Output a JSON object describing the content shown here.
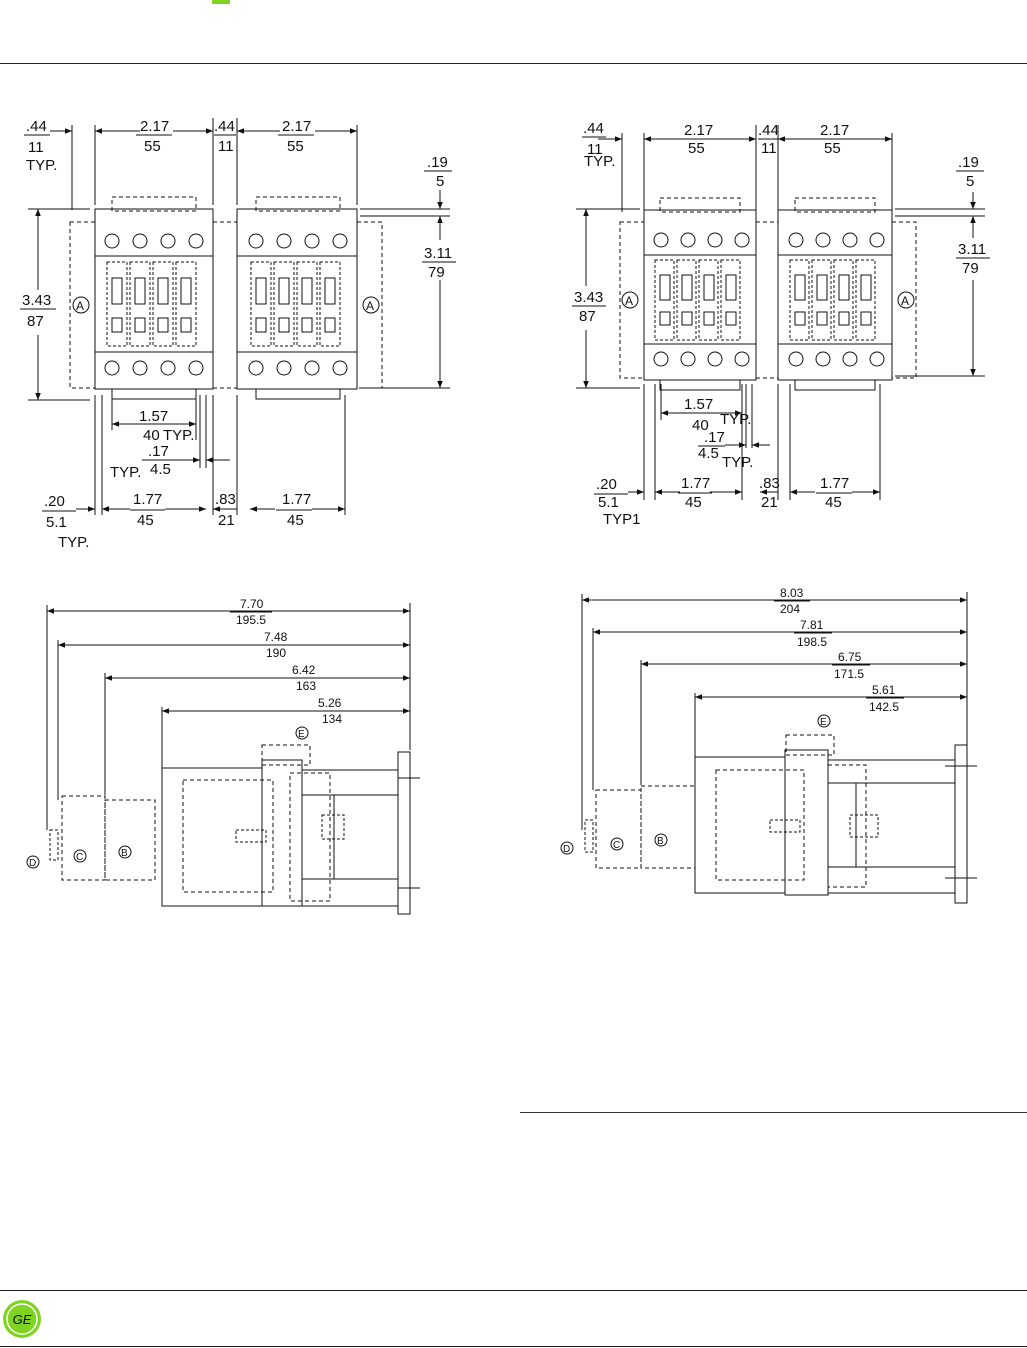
{
  "page": {
    "brand_logo": "GE",
    "accent_color": "#7fd321"
  },
  "views": {
    "left_top": {
      "d1": [
        ".44",
        "11",
        "TYP."
      ],
      "d2": [
        "2.17",
        "55"
      ],
      "d3": [
        ".44",
        "11"
      ],
      "d4": [
        "2.17",
        "55"
      ],
      "d5": [
        ".19",
        "5"
      ],
      "d6": [
        "3.11",
        "79"
      ],
      "d7": [
        "3.43",
        "87"
      ],
      "d8": [
        "1.57",
        "40",
        "TYP."
      ],
      "d9": [
        ".17",
        "4.5",
        "TYP."
      ],
      "d10": [
        ".20",
        "5.1",
        "TYP."
      ],
      "d11": [
        "1.77",
        "45"
      ],
      "d12": [
        ".83",
        "21"
      ],
      "d13": [
        "1.77",
        "45"
      ],
      "label_a": "A"
    },
    "right_top": {
      "d1": [
        ".44",
        "11",
        "TYP."
      ],
      "d2": [
        "2.17",
        "55"
      ],
      "d3": [
        ".44",
        "11"
      ],
      "d4": [
        "2.17",
        "55"
      ],
      "d5": [
        ".19",
        "5"
      ],
      "d6": [
        "3.11",
        "79"
      ],
      "d7": [
        "3.43",
        "87"
      ],
      "d8": [
        "1.57",
        "40",
        "TYP."
      ],
      "d9": [
        ".17",
        "4.5",
        "TYP."
      ],
      "d10": [
        ".20",
        "5.1",
        "TYP1"
      ],
      "d11": [
        "1.77",
        "45"
      ],
      "d12": [
        ".83",
        "21"
      ],
      "d13": [
        "1.77",
        "45"
      ],
      "label_a": "A"
    },
    "left_side": {
      "dims": [
        [
          "7.70",
          "195.5"
        ],
        [
          "7.48",
          "190"
        ],
        [
          "6.42",
          "163"
        ],
        [
          "5.26",
          "134"
        ]
      ],
      "labels": [
        "B",
        "C",
        "D",
        "E"
      ]
    },
    "right_side": {
      "dims": [
        [
          "8.03",
          "204"
        ],
        [
          "7.81",
          "198.5"
        ],
        [
          "6.75",
          "171.5"
        ],
        [
          "5.61",
          "142.5"
        ]
      ],
      "labels": [
        "B",
        "C",
        "D",
        "E"
      ]
    }
  }
}
